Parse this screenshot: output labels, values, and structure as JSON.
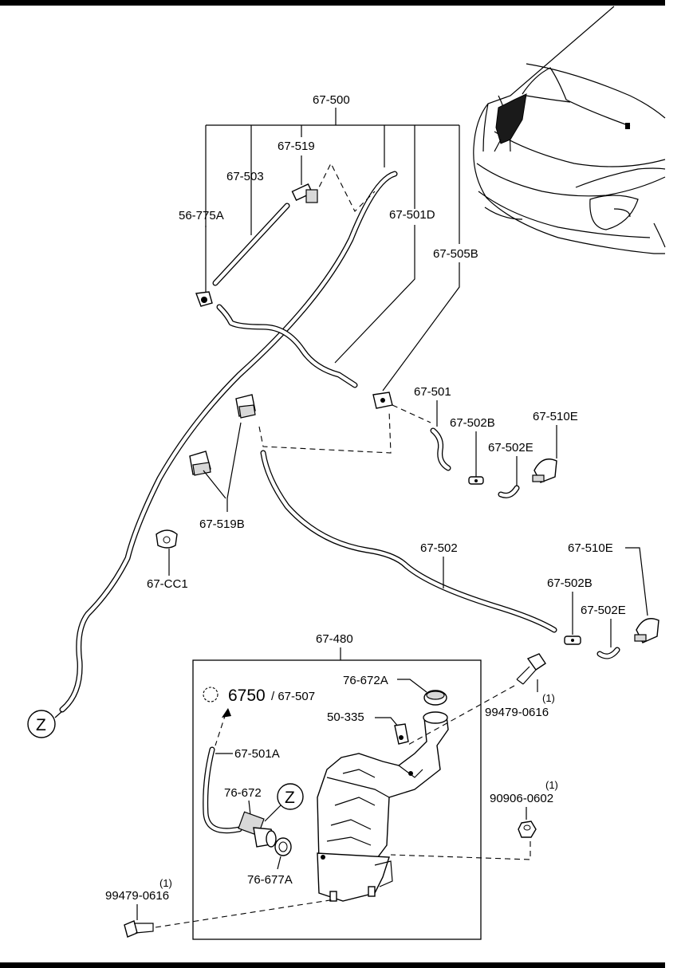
{
  "labels": {
    "p67_500": "67-500",
    "p67_519": "67-519",
    "p67_503": "67-503",
    "p67_501D": "67-501D",
    "p56_775A": "56-775A",
    "p67_505B": "67-505B",
    "p67_501": "67-501",
    "p67_502B_a": "67-502B",
    "p67_510E_a": "67-510E",
    "p67_502E_a": "67-502E",
    "p67_519B": "67-519B",
    "p67_CC1": "67-CC1",
    "p67_502": "67-502",
    "p67_510E_b": "67-510E",
    "p67_502B_b": "67-502B",
    "p67_502E_b": "67-502E",
    "p67_480": "67-480",
    "p76_672A": "76-672A",
    "p6750": "6750",
    "p67_507": "/ 67-507",
    "p50_335": "50-335",
    "p67_501A": "67-501A",
    "p76_672": "76-672",
    "p76_677A": "76-677A",
    "p99479_a": "99479-0616",
    "p99479_a_qty": "(1)",
    "p90906": "90906-0602",
    "p90906_qty": "(1)",
    "p99479_b": "99479-0616",
    "p99479_b_qty": "(1)",
    "z_top": "Z",
    "z_left": "Z"
  }
}
